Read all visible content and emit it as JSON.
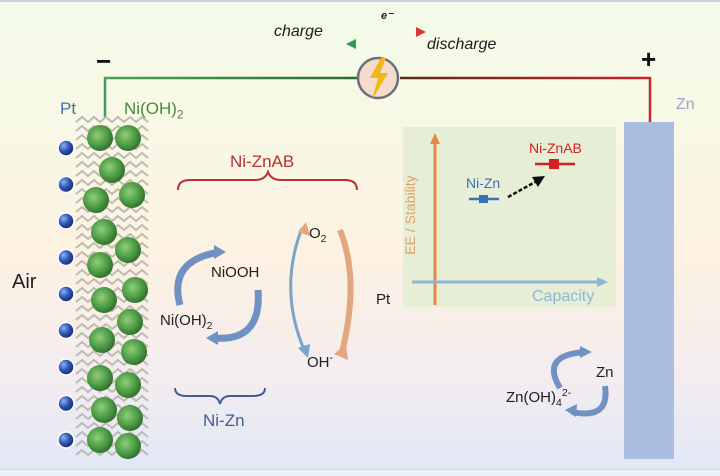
{
  "circuit": {
    "negative_sign": "−",
    "positive_sign": "+",
    "charge_label": "charge",
    "discharge_label": "discharge",
    "electron_label": "e⁻",
    "power_icon": "lightning-bolt-icon"
  },
  "left_electrode": {
    "pt_label": "Pt",
    "nioh2_label_main": "Ni(OH)",
    "nioh2_label_sub": "2",
    "air_label": "Air"
  },
  "right_electrode": {
    "zn_label": "Zn"
  },
  "reactions": {
    "group_top_label": "Ni-ZnAB",
    "group_bottom_label": "Ni-Zn",
    "niooh": "NiOOH",
    "nioh2_main": "Ni(OH)",
    "nioh2_sub": "2",
    "o2_main": "O",
    "o2_sub": "2",
    "oh_main": "OH",
    "oh_sup": "-",
    "pt": "Pt",
    "zn": "Zn",
    "zincate_main": "Zn(OH)",
    "zincate_sub": "4",
    "zincate_sup": "2-"
  },
  "inset_plot": {
    "y_axis_label": "EE / Stability",
    "x_axis_label": "Capacity",
    "points": [
      {
        "label": "Ni-Zn",
        "color": "#3d6fb5"
      },
      {
        "label": "Ni-ZnAB",
        "color": "#d42020"
      }
    ]
  },
  "colors": {
    "charge_green": "#2f8a45",
    "discharge_red": "#c0282c",
    "zn_electrode": "#a9bedf",
    "plot_bg": "#e6efd6",
    "y_axis": "#e08a4a",
    "x_axis": "#8cb6d8"
  }
}
